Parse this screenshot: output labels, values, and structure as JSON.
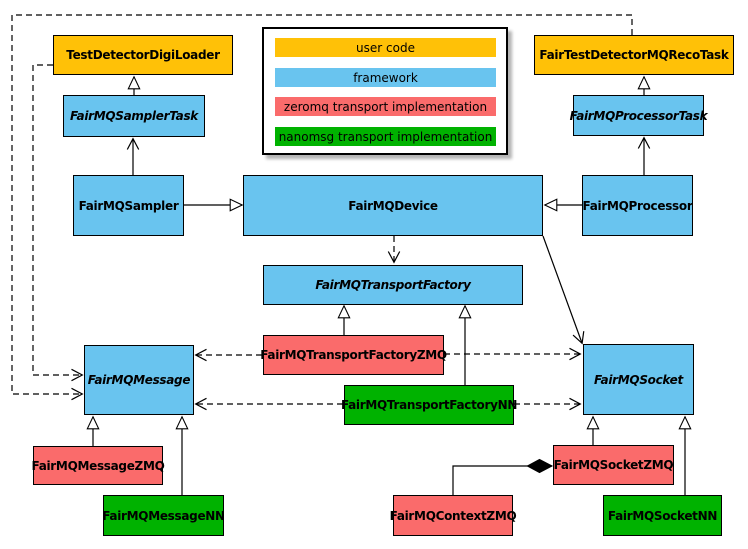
{
  "colors": {
    "user": "#FFC107",
    "framework": "#69C4EF",
    "zeromq": "#FA6B6B",
    "nanomsg": "#00B200"
  },
  "legend": {
    "items": [
      {
        "label": "user code",
        "color": "#FFC107"
      },
      {
        "label": "framework",
        "color": "#69C4EF"
      },
      {
        "label": "zeromq transport implementation",
        "color": "#FA6B6B"
      },
      {
        "label": "nanomsg transport implementation",
        "color": "#00B200"
      }
    ]
  },
  "nodes": {
    "testDetectorDigiLoader": {
      "label": "TestDetectorDigiLoader",
      "category": "user code",
      "abstract": false
    },
    "fairTestDetectorMQRecoTask": {
      "label": "FairTestDetectorMQRecoTask",
      "category": "user code",
      "abstract": false
    },
    "fairMQSamplerTask": {
      "label": "FairMQSamplerTask",
      "category": "framework",
      "abstract": true
    },
    "fairMQProcessorTask": {
      "label": "FairMQProcessorTask",
      "category": "framework",
      "abstract": true
    },
    "fairMQSampler": {
      "label": "FairMQSampler",
      "category": "framework",
      "abstract": false
    },
    "fairMQDevice": {
      "label": "FairMQDevice",
      "category": "framework",
      "abstract": false
    },
    "fairMQProcessor": {
      "label": "FairMQProcessor",
      "category": "framework",
      "abstract": false
    },
    "fairMQTransportFactory": {
      "label": "FairMQTransportFactory",
      "category": "framework",
      "abstract": true
    },
    "fairMQTransportFactoryZMQ": {
      "label": "FairMQTransportFactoryZMQ",
      "category": "zeromq transport implementation",
      "abstract": false
    },
    "fairMQTransportFactoryNN": {
      "label": "FairMQTransportFactoryNN",
      "category": "nanomsg transport implementation",
      "abstract": false
    },
    "fairMQMessage": {
      "label": "FairMQMessage",
      "category": "framework",
      "abstract": true
    },
    "fairMQSocket": {
      "label": "FairMQSocket",
      "category": "framework",
      "abstract": true
    },
    "fairMQMessageZMQ": {
      "label": "FairMQMessageZMQ",
      "category": "zeromq transport implementation",
      "abstract": false
    },
    "fairMQMessageNN": {
      "label": "FairMQMessageNN",
      "category": "nanomsg transport implementation",
      "abstract": false
    },
    "fairMQSocketZMQ": {
      "label": "FairMQSocketZMQ",
      "category": "zeromq transport implementation",
      "abstract": false
    },
    "fairMQSocketNN": {
      "label": "FairMQSocketNN",
      "category": "nanomsg transport implementation",
      "abstract": false
    },
    "fairMQContextZMQ": {
      "label": "FairMQContextZMQ",
      "category": "zeromq transport implementation",
      "abstract": false
    }
  },
  "edges": [
    {
      "from": "FairMQSamplerTask",
      "to": "TestDetectorDigiLoader",
      "line": "solid",
      "arrow": "hollow-triangle"
    },
    {
      "from": "FairMQProcessorTask",
      "to": "FairTestDetectorMQRecoTask",
      "line": "solid",
      "arrow": "hollow-triangle"
    },
    {
      "from": "FairMQSampler",
      "to": "FairMQDevice",
      "line": "solid",
      "arrow": "hollow-triangle"
    },
    {
      "from": "FairMQProcessor",
      "to": "FairMQDevice",
      "line": "solid",
      "arrow": "hollow-triangle"
    },
    {
      "from": "FairMQTransportFactoryZMQ",
      "to": "FairMQTransportFactory",
      "line": "solid",
      "arrow": "hollow-triangle"
    },
    {
      "from": "FairMQTransportFactoryNN",
      "to": "FairMQTransportFactory",
      "line": "solid",
      "arrow": "hollow-triangle"
    },
    {
      "from": "FairMQMessageZMQ",
      "to": "FairMQMessage",
      "line": "solid",
      "arrow": "hollow-triangle"
    },
    {
      "from": "FairMQMessageNN",
      "to": "FairMQMessage",
      "line": "solid",
      "arrow": "hollow-triangle"
    },
    {
      "from": "FairMQSocketZMQ",
      "to": "FairMQSocket",
      "line": "solid",
      "arrow": "hollow-triangle"
    },
    {
      "from": "FairMQSocketNN",
      "to": "FairMQSocket",
      "line": "solid",
      "arrow": "hollow-triangle"
    },
    {
      "from": "FairMQSampler",
      "to": "FairMQSamplerTask",
      "line": "solid",
      "arrow": "open-vee"
    },
    {
      "from": "FairMQProcessor",
      "to": "FairMQProcessorTask",
      "line": "solid",
      "arrow": "open-vee"
    },
    {
      "from": "FairMQDevice",
      "to": "FairMQSocket",
      "line": "solid",
      "arrow": "open-vee"
    },
    {
      "from": "FairMQDevice",
      "to": "FairMQTransportFactory",
      "line": "dashed",
      "arrow": "open-vee"
    },
    {
      "from": "TestDetectorDigiLoader",
      "to": "FairMQMessage",
      "line": "dashed",
      "arrow": "open-vee"
    },
    {
      "from": "FairTestDetectorMQRecoTask",
      "to": "FairMQMessage",
      "line": "dashed",
      "arrow": "open-vee"
    },
    {
      "from": "FairMQTransportFactoryZMQ",
      "to": "FairMQMessage",
      "line": "dashed",
      "arrow": "open-vee"
    },
    {
      "from": "FairMQTransportFactoryNN",
      "to": "FairMQMessage",
      "line": "dashed",
      "arrow": "open-vee"
    },
    {
      "from": "FairMQTransportFactoryZMQ",
      "to": "FairMQSocket",
      "line": "dashed",
      "arrow": "open-vee"
    },
    {
      "from": "FairMQTransportFactoryNN",
      "to": "FairMQSocket",
      "line": "dashed",
      "arrow": "open-vee"
    },
    {
      "from": "FairMQContextZMQ",
      "to": "FairMQSocketZMQ",
      "line": "solid",
      "arrow": "filled-diamond"
    }
  ]
}
